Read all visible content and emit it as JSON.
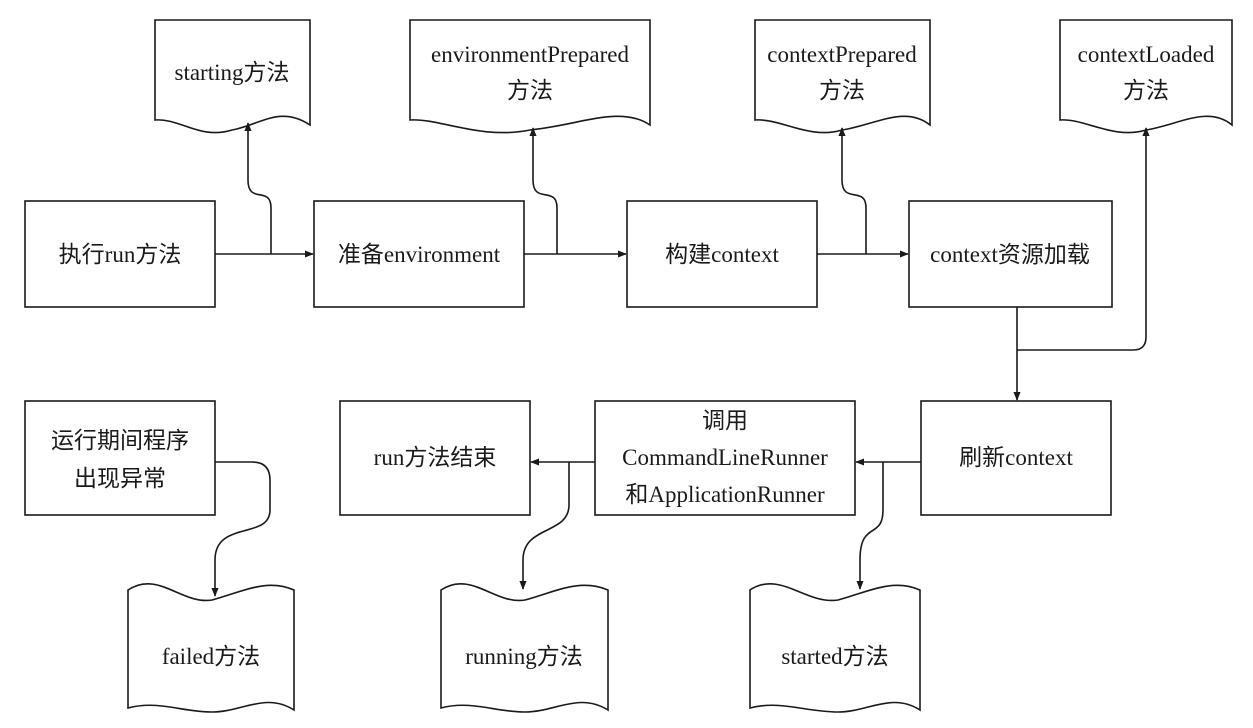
{
  "nodes": {
    "run_start": "执行run方法",
    "prepare_env": "准备environment",
    "build_context": "构建context",
    "context_load": "context资源加载",
    "refresh_context": "刷新context",
    "call_runners_1": "调用",
    "call_runners_2": "CommandLineRunner",
    "call_runners_3": "和ApplicationRunner",
    "run_end": "run方法结束",
    "runtime_error_1": "运行期间程序",
    "runtime_error_2": "出现异常"
  },
  "events": {
    "starting": "starting方法",
    "env_prepared_1": "environmentPrepared",
    "env_prepared_2": "方法",
    "ctx_prepared_1": "contextPrepared",
    "ctx_prepared_2": "方法",
    "ctx_loaded_1": "contextLoaded",
    "ctx_loaded_2": "方法",
    "started": "started方法",
    "running": "running方法",
    "failed": "failed方法"
  },
  "colors": {
    "stroke": "#1a1a1a",
    "fill": "#ffffff"
  }
}
